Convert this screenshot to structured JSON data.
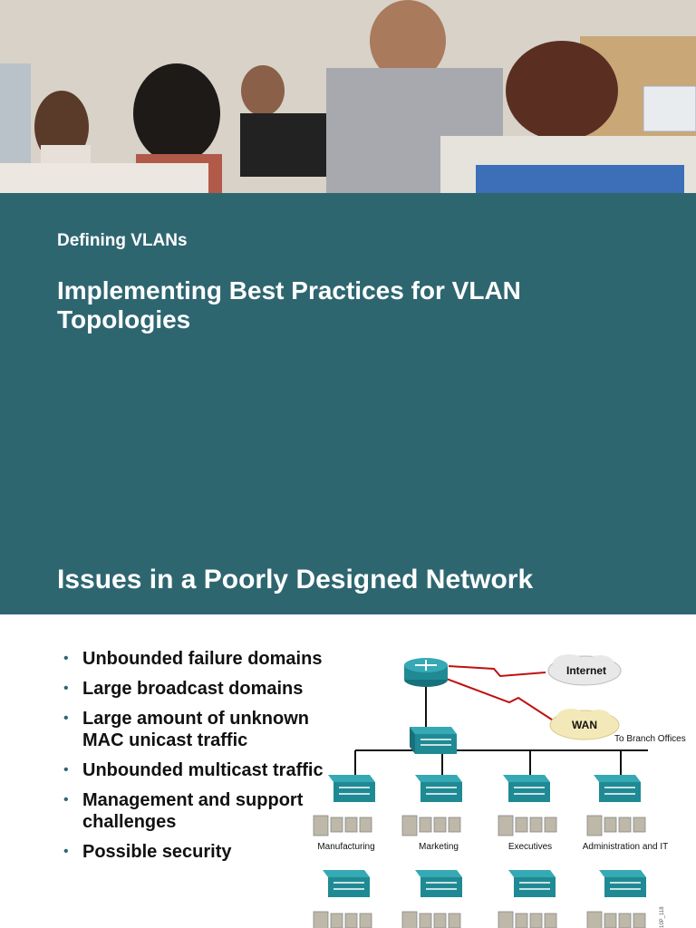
{
  "slide1": {
    "section_label": "Defining VLANs",
    "title": "Implementing Best Practices for VLAN Topologies"
  },
  "slide2": {
    "title": "Issues in a Poorly Designed Network",
    "bullets": [
      "Unbounded failure domains",
      "Large broadcast domains",
      "Large amount of unknown MAC unicast traffic",
      "Unbounded multicast traffic",
      "Management and support challenges",
      "Possible security"
    ],
    "diagram": {
      "internet_label": "Internet",
      "wan_label": "WAN",
      "branch_label": "To Branch Offices",
      "departments": [
        "Manufacturing",
        "Marketing",
        "Executives",
        "Administration and IT"
      ],
      "figure_id": "10P_118"
    }
  },
  "colors": {
    "panel": "#2e6670",
    "switch": "#1f8a94",
    "wan_link": "#c01010",
    "cloud": "#f3e9b8"
  }
}
